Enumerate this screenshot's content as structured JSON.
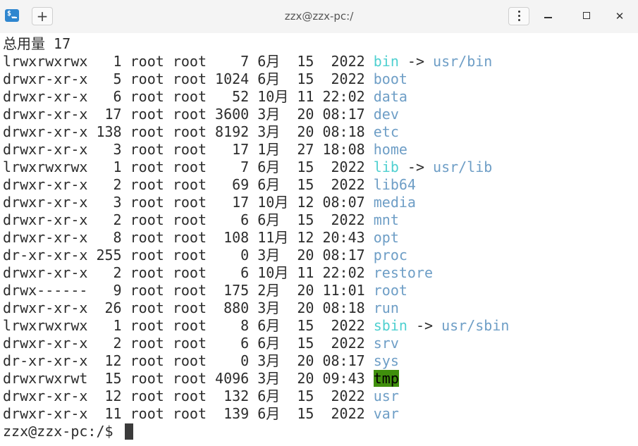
{
  "window": {
    "title": "zzx@zzx-pc:/",
    "new_tab_label": "+",
    "close_label": "✕",
    "app_icon_label": "$_"
  },
  "terminal": {
    "total_line": "总用量 17",
    "prompt": "zzx@zzx-pc:/$ ",
    "entries": [
      {
        "info": "lrwxrwxrwx   1 root root    7 6月  15  2022 ",
        "name": "bin",
        "type": "link",
        "target": "usr/bin"
      },
      {
        "info": "drwxr-xr-x   5 root root 1024 6月  15  2022 ",
        "name": "boot",
        "type": "dir"
      },
      {
        "info": "drwxr-xr-x   6 root root   52 10月 11 22:02 ",
        "name": "data",
        "type": "dir"
      },
      {
        "info": "drwxr-xr-x  17 root root 3600 3月  20 08:17 ",
        "name": "dev",
        "type": "dir"
      },
      {
        "info": "drwxr-xr-x 138 root root 8192 3月  20 08:18 ",
        "name": "etc",
        "type": "dir"
      },
      {
        "info": "drwxr-xr-x   3 root root   17 1月  27 18:08 ",
        "name": "home",
        "type": "dir"
      },
      {
        "info": "lrwxrwxrwx   1 root root    7 6月  15  2022 ",
        "name": "lib",
        "type": "link",
        "target": "usr/lib"
      },
      {
        "info": "drwxr-xr-x   2 root root   69 6月  15  2022 ",
        "name": "lib64",
        "type": "dir"
      },
      {
        "info": "drwxr-xr-x   3 root root   17 10月 12 08:07 ",
        "name": "media",
        "type": "dir"
      },
      {
        "info": "drwxr-xr-x   2 root root    6 6月  15  2022 ",
        "name": "mnt",
        "type": "dir"
      },
      {
        "info": "drwxr-xr-x   8 root root  108 11月 12 20:43 ",
        "name": "opt",
        "type": "dir"
      },
      {
        "info": "dr-xr-xr-x 255 root root    0 3月  20 08:17 ",
        "name": "proc",
        "type": "dir"
      },
      {
        "info": "drwxr-xr-x   2 root root    6 10月 11 22:02 ",
        "name": "restore",
        "type": "dir"
      },
      {
        "info": "drwx------   9 root root  175 2月  20 11:01 ",
        "name": "root",
        "type": "dir"
      },
      {
        "info": "drwxr-xr-x  26 root root  880 3月  20 08:18 ",
        "name": "run",
        "type": "dir"
      },
      {
        "info": "lrwxrwxrwx   1 root root    8 6月  15  2022 ",
        "name": "sbin",
        "type": "link",
        "target": "usr/sbin"
      },
      {
        "info": "drwxr-xr-x   2 root root    6 6月  15  2022 ",
        "name": "srv",
        "type": "dir"
      },
      {
        "info": "dr-xr-xr-x  12 root root    0 3月  20 08:17 ",
        "name": "sys",
        "type": "dir"
      },
      {
        "info": "drwxrwxrwt  15 root root 4096 3月  20 09:43 ",
        "name": "tmp",
        "type": "sticky"
      },
      {
        "info": "drwxr-xr-x  12 root root  132 6月  15  2022 ",
        "name": "usr",
        "type": "dir"
      },
      {
        "info": "drwxr-xr-x  11 root root  139 6月  15  2022 ",
        "name": "var",
        "type": "dir"
      }
    ]
  },
  "colors": {
    "directory": "#6e9ec6",
    "symlink": "#4fd0d0",
    "sticky_dir_background": "#3f8f0c",
    "text": "#2c2c2c",
    "accent": "#2f86cf"
  },
  "icons": {
    "app": "terminal-app-icon",
    "new_tab": "plus-icon",
    "menu": "kebab-menu-icon",
    "minimize": "minimize-icon",
    "maximize": "maximize-icon",
    "close": "close-icon"
  }
}
